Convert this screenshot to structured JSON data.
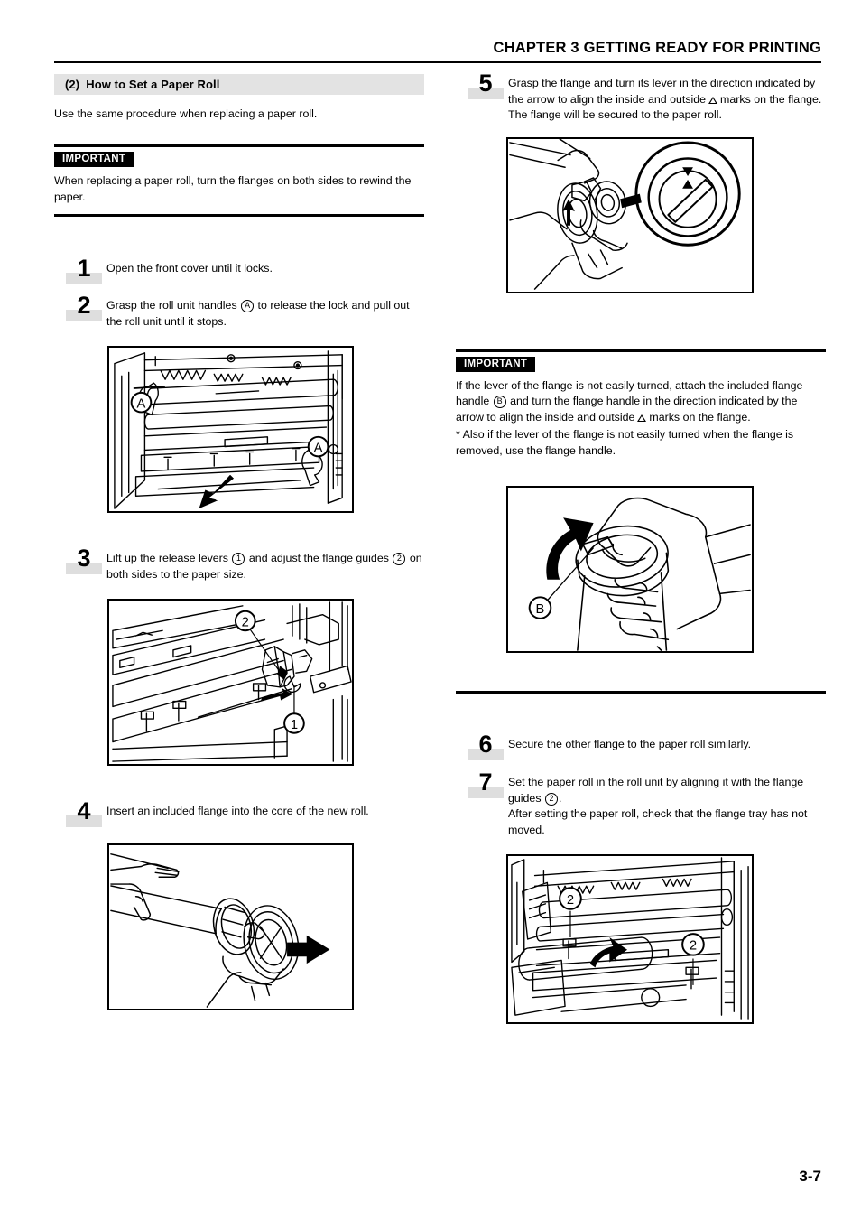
{
  "header": {
    "title": "CHAPTER 3  GETTING READY FOR PRINTING"
  },
  "footer": {
    "page_number": "3-7"
  },
  "left_column": {
    "section": {
      "number": "(2)",
      "title": "How to Set a Paper Roll"
    },
    "intro": "Use the same procedure when replacing a paper roll.",
    "important": {
      "tag": "IMPORTANT",
      "body": "When replacing a paper roll, turn the flanges on both sides to rewind the paper."
    },
    "steps": [
      {
        "number": "1",
        "text": "Open the front cover until it locks."
      },
      {
        "number": "2",
        "text_a": "Grasp the roll unit handles",
        "marker": "A",
        "text_b": "to release the lock and pull out the roll unit until it stops."
      },
      {
        "number": "3",
        "text_a": "Lift up the release levers",
        "marker_1": "1",
        "text_b": "and adjust the flange guides",
        "marker_2": "2",
        "text_c": "on both sides to the paper size."
      },
      {
        "number": "4",
        "text": "Insert an included flange into the core of the new roll."
      }
    ],
    "figures": {
      "step2": {
        "caption": "roll-unit-pull-out-illustration",
        "callouts": [
          "A",
          "A"
        ]
      },
      "step3": {
        "caption": "release-levers-flange-guides-illustration",
        "callouts": [
          "2",
          "1"
        ]
      },
      "step4": {
        "caption": "inserting-flange-into-roll-core-illustration",
        "callouts": []
      }
    }
  },
  "right_column": {
    "steps": [
      {
        "number": "5",
        "text_a": "Grasp the flange and turn its lever in the direction indicated by the arrow to align the inside and outside",
        "marker_triangle": "triangle",
        "text_b": "marks on the flange. The flange will be secured to the paper roll."
      },
      {
        "number": "6",
        "text": "Secure the other flange to the paper roll similarly."
      },
      {
        "number": "7",
        "text_a": "Set the paper roll in the roll unit by aligning it with the flange guides",
        "marker": "2",
        "text_b": ".",
        "text_c": "After setting the paper roll, check that the flange tray has not moved."
      }
    ],
    "important": {
      "tag": "IMPORTANT",
      "body_a": "If the lever of the flange is not easily turned, attach the included flange handle",
      "marker": "B",
      "body_b": "and turn the flange handle in the direction indicated by the arrow to align the inside and outside",
      "body_c": "marks on the flange.",
      "note_star": "*",
      "note": "Also if the lever of the flange is not easily turned when the flange is removed, use the flange handle."
    },
    "figures": {
      "step5": {
        "caption": "flange-lever-turn-with-detail-circle-illustration",
        "callouts": []
      },
      "handle": {
        "caption": "flange-handle-turning-illustration",
        "callouts": [
          "B"
        ]
      },
      "step7": {
        "caption": "paper-roll-set-in-roll-unit-illustration",
        "callouts": [
          "2",
          "2"
        ]
      }
    }
  },
  "colors": {
    "section_bar": "#e3e3e3",
    "step_shade": "#dedede",
    "ink": "#000000",
    "paper": "#ffffff"
  }
}
